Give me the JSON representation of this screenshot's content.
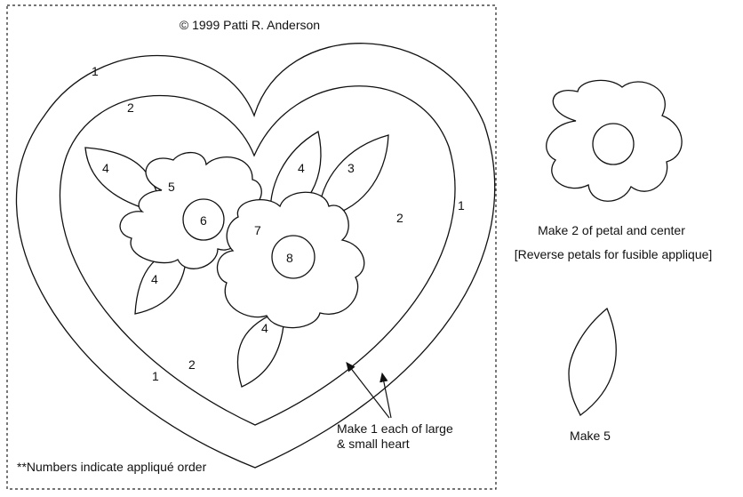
{
  "copyright": "© 1999  Patti R. Anderson",
  "numbers": {
    "outer_top": "1",
    "outer_right": "1",
    "outer_bottom": "1",
    "inner_top": "2",
    "inner_right": "2",
    "inner_bottom": "2",
    "leaf_left": "4",
    "leaf_mid_top": "4",
    "leaf_right_top": "3",
    "leaf_left_bottom": "4",
    "leaf_bottom": "4",
    "flower_left_petals": "5",
    "flower_left_center": "6",
    "flower_right_petals": "7",
    "flower_right_center": "8"
  },
  "heart_note": {
    "line1": "Make 1 each of large",
    "line2": "& small heart"
  },
  "footnote": "**Numbers indicate appliqué order",
  "flower_caption": {
    "line1": "Make 2 of petal and center",
    "line2": "[Reverse petals for fusible applique]"
  },
  "leaf_caption": "Make 5"
}
